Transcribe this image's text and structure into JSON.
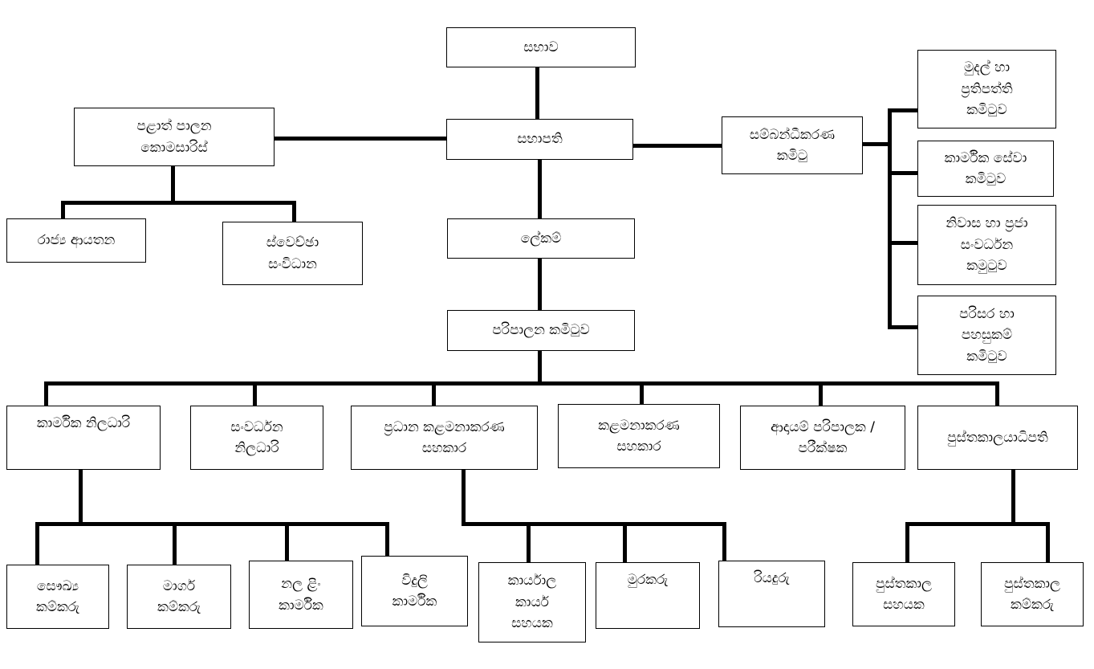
{
  "org": {
    "chart_type": "organization-chart",
    "language": "Sinhala",
    "colors": {
      "line": "#000000",
      "box_border": "#000000",
      "background": "#ffffff",
      "text": "#000000"
    },
    "nodes": {
      "council": {
        "label": "සභාව"
      },
      "chairman": {
        "label": "සභාපති"
      },
      "local_gov_commissioner": {
        "label": "පළාත් පාලන\nකොමසාරිස්"
      },
      "coordination_committees": {
        "label": "සම්බන්ධීකරණ\nකමිටු"
      },
      "finance_policy_committee": {
        "label": "මුදල් හා\nප්‍රතිපත්ති\nකමිටුව"
      },
      "technical_services_committee": {
        "label": "කාර්මික සේවා\nකමිටුව"
      },
      "housing_community_dev_committee": {
        "label": "නිවාස හා ප්‍රජා\nසංවර්ධන\nකමුටුව"
      },
      "environment_facilities_committee": {
        "label": "පරිසර හා\nපහසුකම්\nකමිටුව"
      },
      "state_institutions": {
        "label": "රාජ්‍ය ආයතන"
      },
      "voluntary_organizations": {
        "label": "ස්වෙච්ඡා\nසංවිධාන"
      },
      "secretary": {
        "label": "ලේකම්"
      },
      "admin_committee": {
        "label": "පරිපාලන කමිටුව"
      },
      "technical_officer": {
        "label": "කාර්මික නිලධාරි"
      },
      "development_officer": {
        "label": "සංවර්ධන\nනිලධාරි"
      },
      "chief_management_assistant": {
        "label": "ප්‍රධාන කළමනාකරණ\nසහකාර"
      },
      "management_assistant": {
        "label": "කළමනාකරණ\nසහකාර"
      },
      "revenue_admin_inspector": {
        "label": "ආදායම් පරිපාලක /\nපරීක්ෂක"
      },
      "librarian": {
        "label": "පුස්තකාලයාධිපති"
      },
      "health_worker": {
        "label": "සෞඛ්‍ය\nකම්කරු"
      },
      "road_worker": {
        "label": "මාර්ග\nකම්කරු"
      },
      "tube_well_technician": {
        "label": "නල ළිං\nකාර්මික"
      },
      "electrical_technician": {
        "label": "විදුලි\nකාර්මික"
      },
      "office_work_assistant": {
        "label": "කාර්යාල\nකාර්ය\nසහයක"
      },
      "watchman": {
        "label": "මුරකරු"
      },
      "driver": {
        "label": "රියදුරු"
      },
      "library_assistant": {
        "label": "පුස්තකාල\nසහයක"
      },
      "library_worker": {
        "label": "පුස්තකාල\nකම්කරු"
      }
    },
    "edges": [
      [
        "council",
        "chairman"
      ],
      [
        "chairman",
        "local_gov_commissioner"
      ],
      [
        "chairman",
        "coordination_committees"
      ],
      [
        "chairman",
        "secretary"
      ],
      [
        "coordination_committees",
        "finance_policy_committee"
      ],
      [
        "coordination_committees",
        "technical_services_committee"
      ],
      [
        "coordination_committees",
        "housing_community_dev_committee"
      ],
      [
        "coordination_committees",
        "environment_facilities_committee"
      ],
      [
        "local_gov_commissioner",
        "state_institutions"
      ],
      [
        "local_gov_commissioner",
        "voluntary_organizations"
      ],
      [
        "secretary",
        "admin_committee"
      ],
      [
        "admin_committee",
        "technical_officer"
      ],
      [
        "admin_committee",
        "development_officer"
      ],
      [
        "admin_committee",
        "chief_management_assistant"
      ],
      [
        "admin_committee",
        "management_assistant"
      ],
      [
        "admin_committee",
        "revenue_admin_inspector"
      ],
      [
        "admin_committee",
        "librarian"
      ],
      [
        "technical_officer",
        "health_worker"
      ],
      [
        "technical_officer",
        "road_worker"
      ],
      [
        "technical_officer",
        "tube_well_technician"
      ],
      [
        "technical_officer",
        "electrical_technician"
      ],
      [
        "chief_management_assistant",
        "office_work_assistant"
      ],
      [
        "chief_management_assistant",
        "watchman"
      ],
      [
        "chief_management_assistant",
        "driver"
      ],
      [
        "librarian",
        "library_assistant"
      ],
      [
        "librarian",
        "library_worker"
      ]
    ]
  }
}
